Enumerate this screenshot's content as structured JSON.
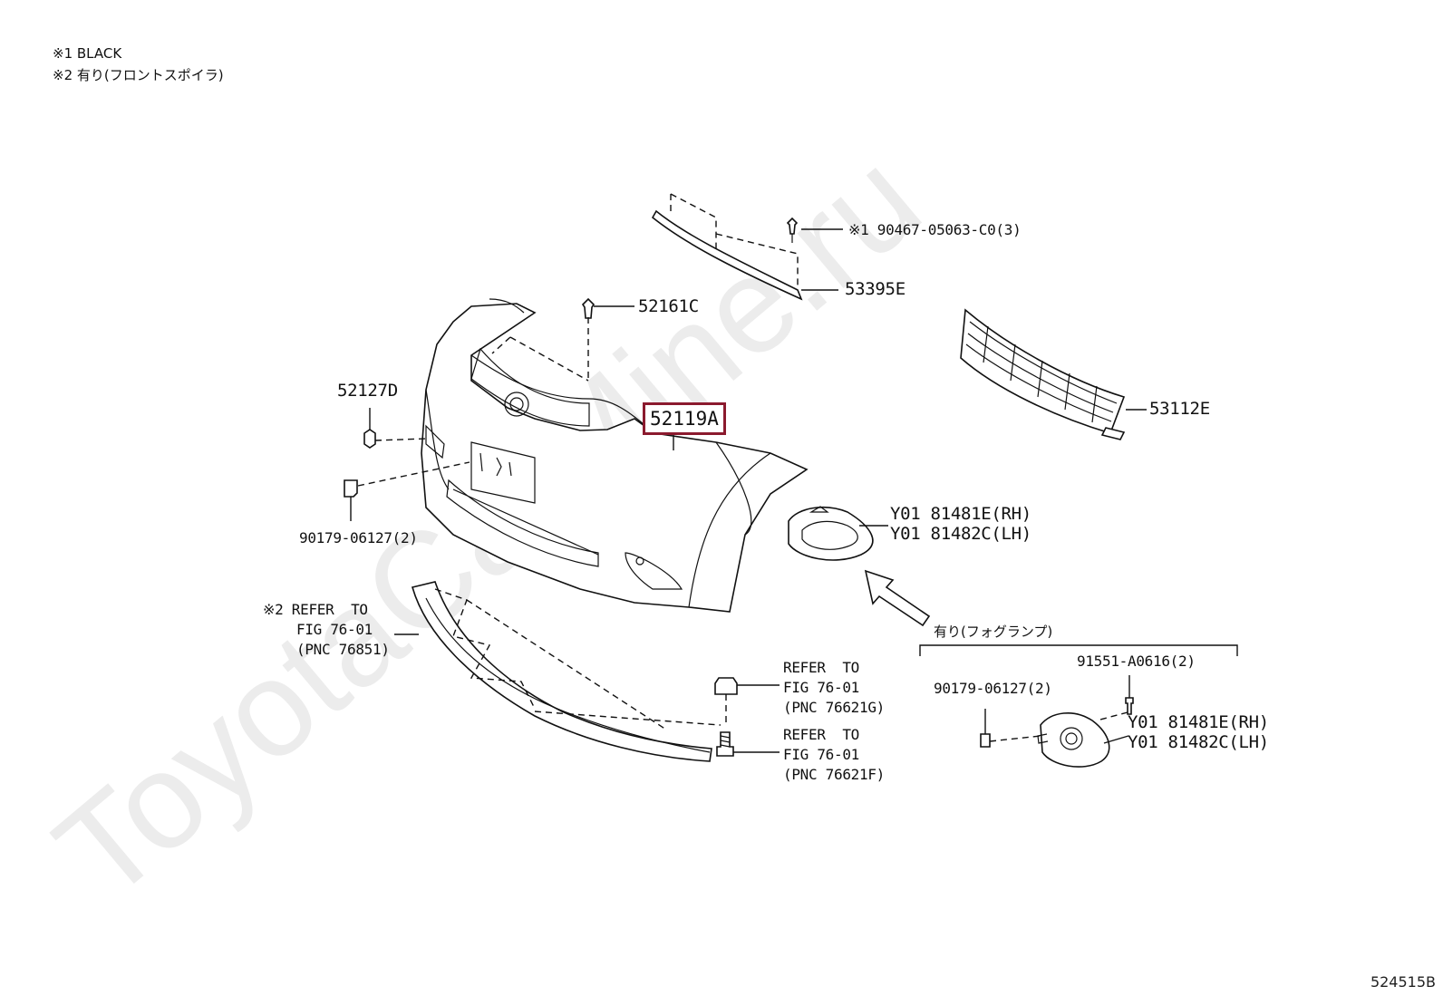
{
  "notes": [
    "※1 BLACK",
    "※2 有り(フロントスポイラ)"
  ],
  "watermark": "ToyotaCarMine.ru",
  "diagram_id": "524515B",
  "highlight_color": "#8b1a2e",
  "callouts": {
    "clip_black": "※1 90467-05063-C0(3)",
    "molding": "53395E",
    "clip_top": "52161C",
    "grille_lower": "53112E",
    "clip_side": "52127D",
    "bumper_cover": "52119A",
    "nut_left": "90179-06127(2)",
    "fog_cover_rh": "Y01 81481E(RH)",
    "fog_cover_lh": "Y01 81482C(LH)",
    "spoiler_ref_1": "※2 REFER  TO",
    "spoiler_ref_2": "FIG 76-01",
    "spoiler_ref_3": "(PNC 76851)",
    "clip_ref_1": "REFER  TO",
    "clip_ref_2": "FIG 76-01",
    "clip_ref_3": "(PNC 76621G)",
    "screw_ref_1": "REFER  TO",
    "screw_ref_2": "FIG 76-01",
    "screw_ref_3": "(PNC 76621F)",
    "fog_option": "有り(フォグランプ)",
    "bolt_fog": "91551-A0616(2)",
    "nut_fog": "90179-06127(2)",
    "fog_rh_2": "Y01 81481E(RH)",
    "fog_lh_2": "Y01 81482C(LH)"
  }
}
